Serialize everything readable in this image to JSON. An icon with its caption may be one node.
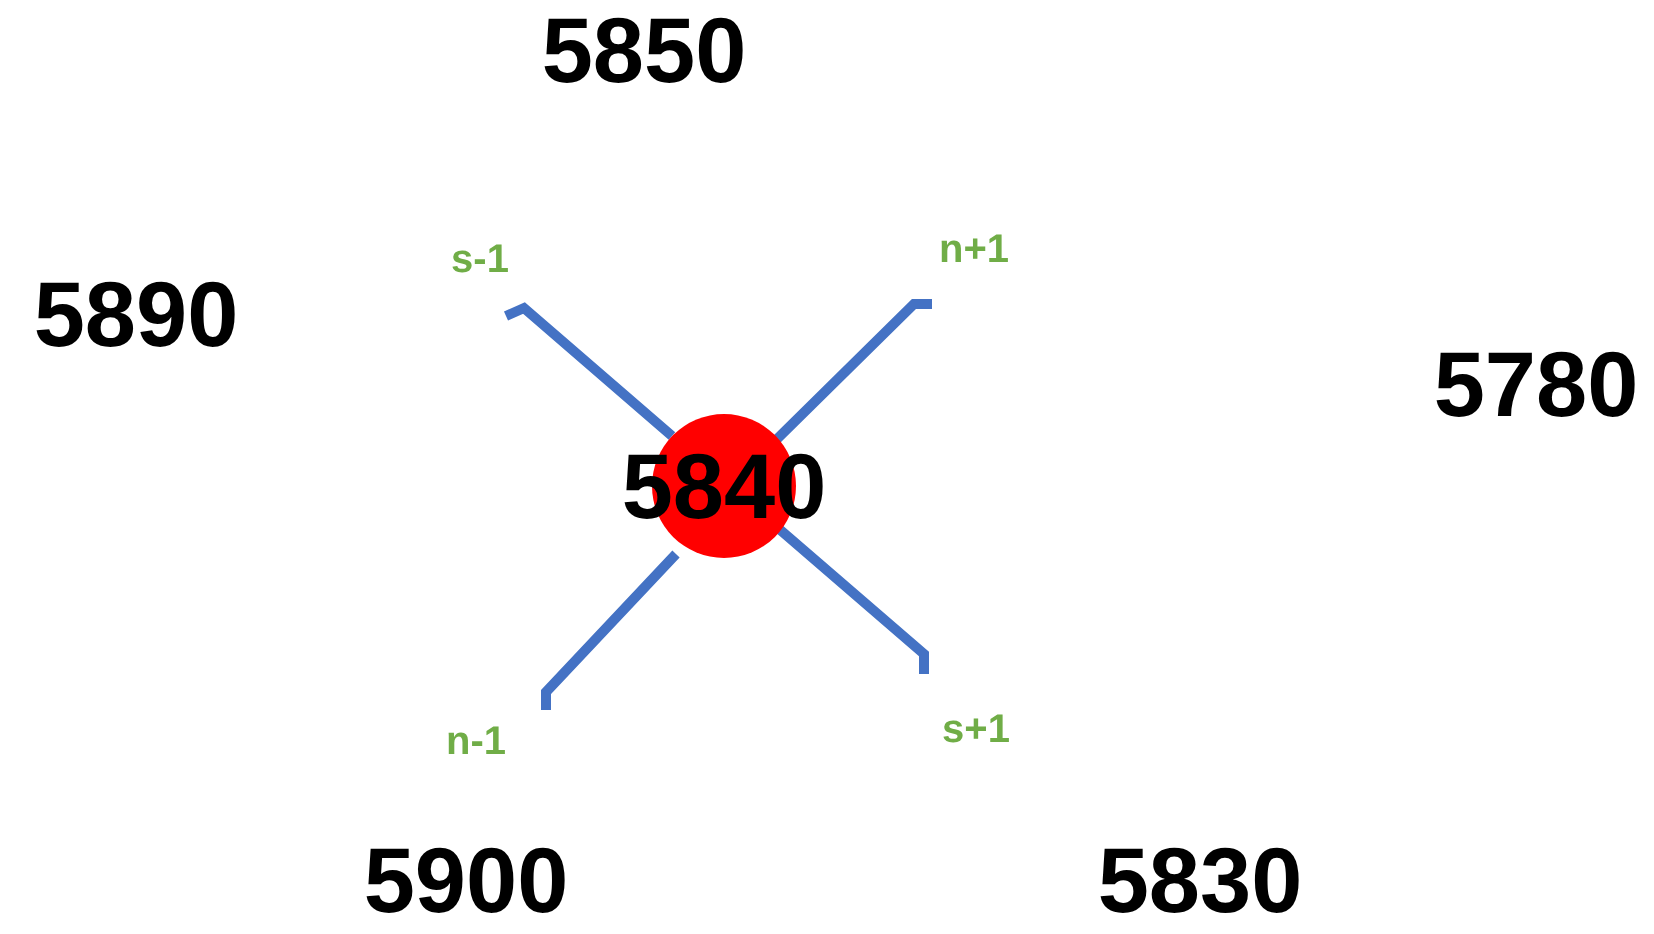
{
  "diagram": {
    "nodes": [
      {
        "text": [
          "5840"
        ]
      }
    ],
    "labels": [
      "5850",
      "s-1",
      "n+1",
      "5890",
      "5780",
      "n-1",
      "s+1",
      "5900",
      "5830"
    ]
  }
}
